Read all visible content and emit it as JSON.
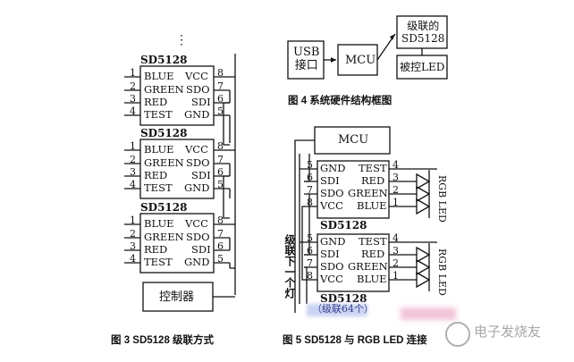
{
  "ellipsis": "⋮",
  "left_diagram": {
    "chips": [
      {
        "title": "SD5128",
        "left_pins": [
          {
            "n": "1",
            "label": "BLUE"
          },
          {
            "n": "2",
            "label": "GREEN"
          },
          {
            "n": "3",
            "label": "RED"
          },
          {
            "n": "4",
            "label": "TEST"
          }
        ],
        "right_pins": [
          {
            "n": "8",
            "label": "VCC"
          },
          {
            "n": "7",
            "label": "SDO"
          },
          {
            "n": "6",
            "label": "SDI"
          },
          {
            "n": "5",
            "label": "GND"
          }
        ]
      },
      {
        "title": "SD5128",
        "left_pins": [
          {
            "n": "1",
            "label": "BLUE"
          },
          {
            "n": "2",
            "label": "GREEN"
          },
          {
            "n": "3",
            "label": "RED"
          },
          {
            "n": "4",
            "label": "TEST"
          }
        ],
        "right_pins": [
          {
            "n": "8",
            "label": "VCC"
          },
          {
            "n": "7",
            "label": "SDO"
          },
          {
            "n": "6",
            "label": "SDI"
          },
          {
            "n": "5",
            "label": "GND"
          }
        ]
      },
      {
        "title": "SD5128",
        "left_pins": [
          {
            "n": "1",
            "label": "BLUE"
          },
          {
            "n": "2",
            "label": "GREEN"
          },
          {
            "n": "3",
            "label": "RED"
          },
          {
            "n": "4",
            "label": "TEST"
          }
        ],
        "right_pins": [
          {
            "n": "8",
            "label": "VCC"
          },
          {
            "n": "7",
            "label": "SDO"
          },
          {
            "n": "6",
            "label": "SDI"
          },
          {
            "n": "5",
            "label": "GND"
          }
        ]
      }
    ],
    "controller": "控制器",
    "caption": "图 3    SD5128 级联方式"
  },
  "fig4": {
    "usb": "USB\n接口",
    "mcu": "MCU",
    "cascade": "级联的\nSD5128",
    "led": "被控LED",
    "caption": "图 4    系统硬件结构框图"
  },
  "fig5": {
    "mcu": "MCU",
    "chips": [
      {
        "title": "SD5128",
        "left_pins": [
          {
            "n": "5",
            "label": "GND"
          },
          {
            "n": "6",
            "label": "SDI"
          },
          {
            "n": "7",
            "label": "SDO"
          },
          {
            "n": "8",
            "label": "VCC"
          }
        ],
        "right_pins": [
          {
            "n": "4",
            "label": "TEST"
          },
          {
            "n": "3",
            "label": "RED"
          },
          {
            "n": "2",
            "label": "GREEN"
          },
          {
            "n": "1",
            "label": "BLUE"
          }
        ],
        "led_label": "RGB LED"
      },
      {
        "title": "SD5128",
        "left_pins": [
          {
            "n": "5",
            "label": "GND"
          },
          {
            "n": "6",
            "label": "SDI"
          },
          {
            "n": "7",
            "label": "SDO"
          },
          {
            "n": "8",
            "label": "VCC"
          }
        ],
        "right_pins": [
          {
            "n": "4",
            "label": "TEST"
          },
          {
            "n": "3",
            "label": "RED"
          },
          {
            "n": "2",
            "label": "GREEN"
          },
          {
            "n": "1",
            "label": "BLUE"
          }
        ],
        "led_label": "RGB LED"
      }
    ],
    "next_lamp": "级联下一个灯",
    "cascade_count": "（级联64个）",
    "caption": "图 5    SD5128 与 RGB LED 连接"
  },
  "watermark": "电子发烧友"
}
